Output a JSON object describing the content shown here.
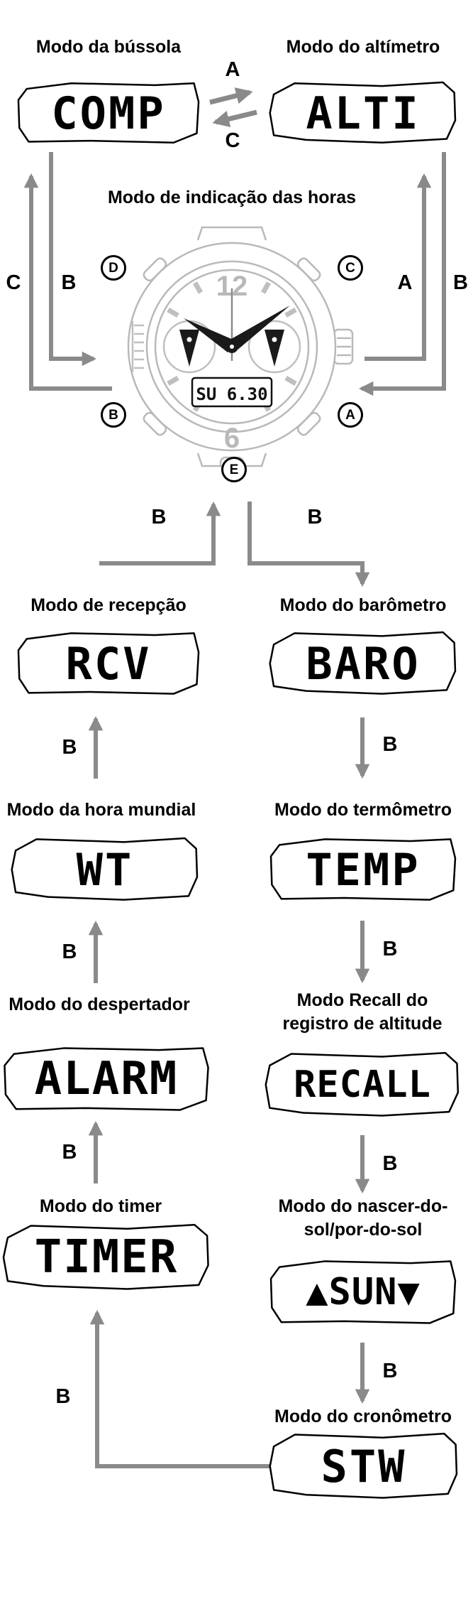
{
  "header": {
    "compass_mode_label": "Modo da bússola",
    "altimeter_mode_label": "Modo do altímetro",
    "comp_display": "COMP",
    "alti_display": "ALTI"
  },
  "timekeeping": {
    "title": "Modo de indicação das horas",
    "button_d": "D",
    "button_c": "C",
    "button_b": "B",
    "button_a": "A",
    "button_e": "E",
    "dial_12": "12",
    "dial_6": "6",
    "lcd_text": "SU 6.30"
  },
  "arrows": {
    "top_forward": "A",
    "top_back": "C",
    "left_outer": "C",
    "left_inner": "B",
    "right_inner": "A",
    "right_outer": "B",
    "below_left": "B",
    "below_right": "B",
    "col_left": [
      "B",
      "B",
      "B"
    ],
    "col_right": [
      "B",
      "B",
      "B",
      "B"
    ],
    "bottom": "B"
  },
  "left_column": {
    "items": [
      {
        "label": "Modo de recepção",
        "display": "RCV"
      },
      {
        "label": "Modo da hora mundial",
        "display": "WT"
      },
      {
        "label": "Modo do despertador",
        "display": "ALARM"
      },
      {
        "label": "Modo do timer",
        "display": "TIMER"
      }
    ]
  },
  "right_column": {
    "items": [
      {
        "label": "Modo do barômetro",
        "display": "BARO"
      },
      {
        "label": "Modo do termômetro",
        "display": "TEMP"
      },
      {
        "label": "Modo Recall do registro de altitude",
        "display": "RECALL"
      },
      {
        "label": "Modo do nascer-do-sol/por-do-sol",
        "display": "▲SUN▼"
      },
      {
        "label": "Modo do cronômetro",
        "display": "STW"
      }
    ]
  },
  "colors": {
    "arrow_gray": "#8a8a8a",
    "watch_outline_gray": "#b9b9b9",
    "panel_border": "#000000",
    "panel_fill": "#ffffff",
    "text": "#000000"
  }
}
